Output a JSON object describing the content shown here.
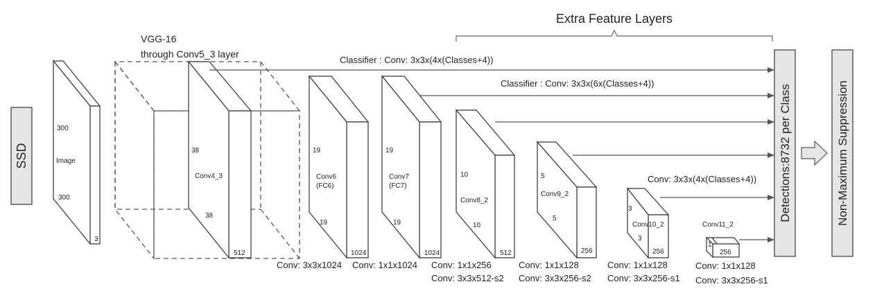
{
  "labels": {
    "ssd": "SSD",
    "vgg_line1": "VGG-16",
    "vgg_line2": "through Conv5_3 layer",
    "extra_feature_layers": "Extra Feature Layers",
    "classifier_1": "Classifier : Conv: 3x3x(4x(Classes+4))",
    "classifier_2": "Classifier : Conv: 3x3x(6x(Classes+4))",
    "conv_small": "Conv: 3x3x(4x(Classes+4))",
    "detections": "Detections:8732  per Class",
    "nms": "Non-Maximum Suppression"
  },
  "blocks": {
    "image": {
      "name": "Image",
      "h": "300",
      "w": "300",
      "c": "3"
    },
    "conv4_3": {
      "name": "Conv4_3",
      "h": "38",
      "w": "38",
      "c": "512"
    },
    "conv6": {
      "name": "Conv6",
      "sub": "(FC6)",
      "h": "19",
      "w": "19",
      "c": "1024",
      "conv1": "Conv: 3x3x1024"
    },
    "conv7": {
      "name": "Conv7",
      "sub": "(FC7)",
      "h": "19",
      "w": "19",
      "c": "1024",
      "conv1": "Conv: 1x1x1024"
    },
    "conv8_2": {
      "name": "Conv8_2",
      "h": "10",
      "w": "10",
      "c": "512",
      "conv1": "Conv: 1x1x256",
      "conv2": "Conv:  3x3x512-s2"
    },
    "conv9_2": {
      "name": "Conv9_2",
      "h": "5",
      "w": "5",
      "c": "256",
      "conv1": "Conv: 1x1x128",
      "conv2": "Conv: 3x3x256-s2"
    },
    "conv10_2": {
      "name": "Conv10_2",
      "h": "3",
      "w": "3",
      "c": "256",
      "conv1": "Conv: 1x1x128",
      "conv2": "Conv: 3x3x256-s1"
    },
    "conv11_2": {
      "name": "Conv11_2",
      "h": "1",
      "c": "256",
      "conv1": "Conv: 1x1x128",
      "conv2": "Conv: 3x3x256-s1"
    }
  }
}
